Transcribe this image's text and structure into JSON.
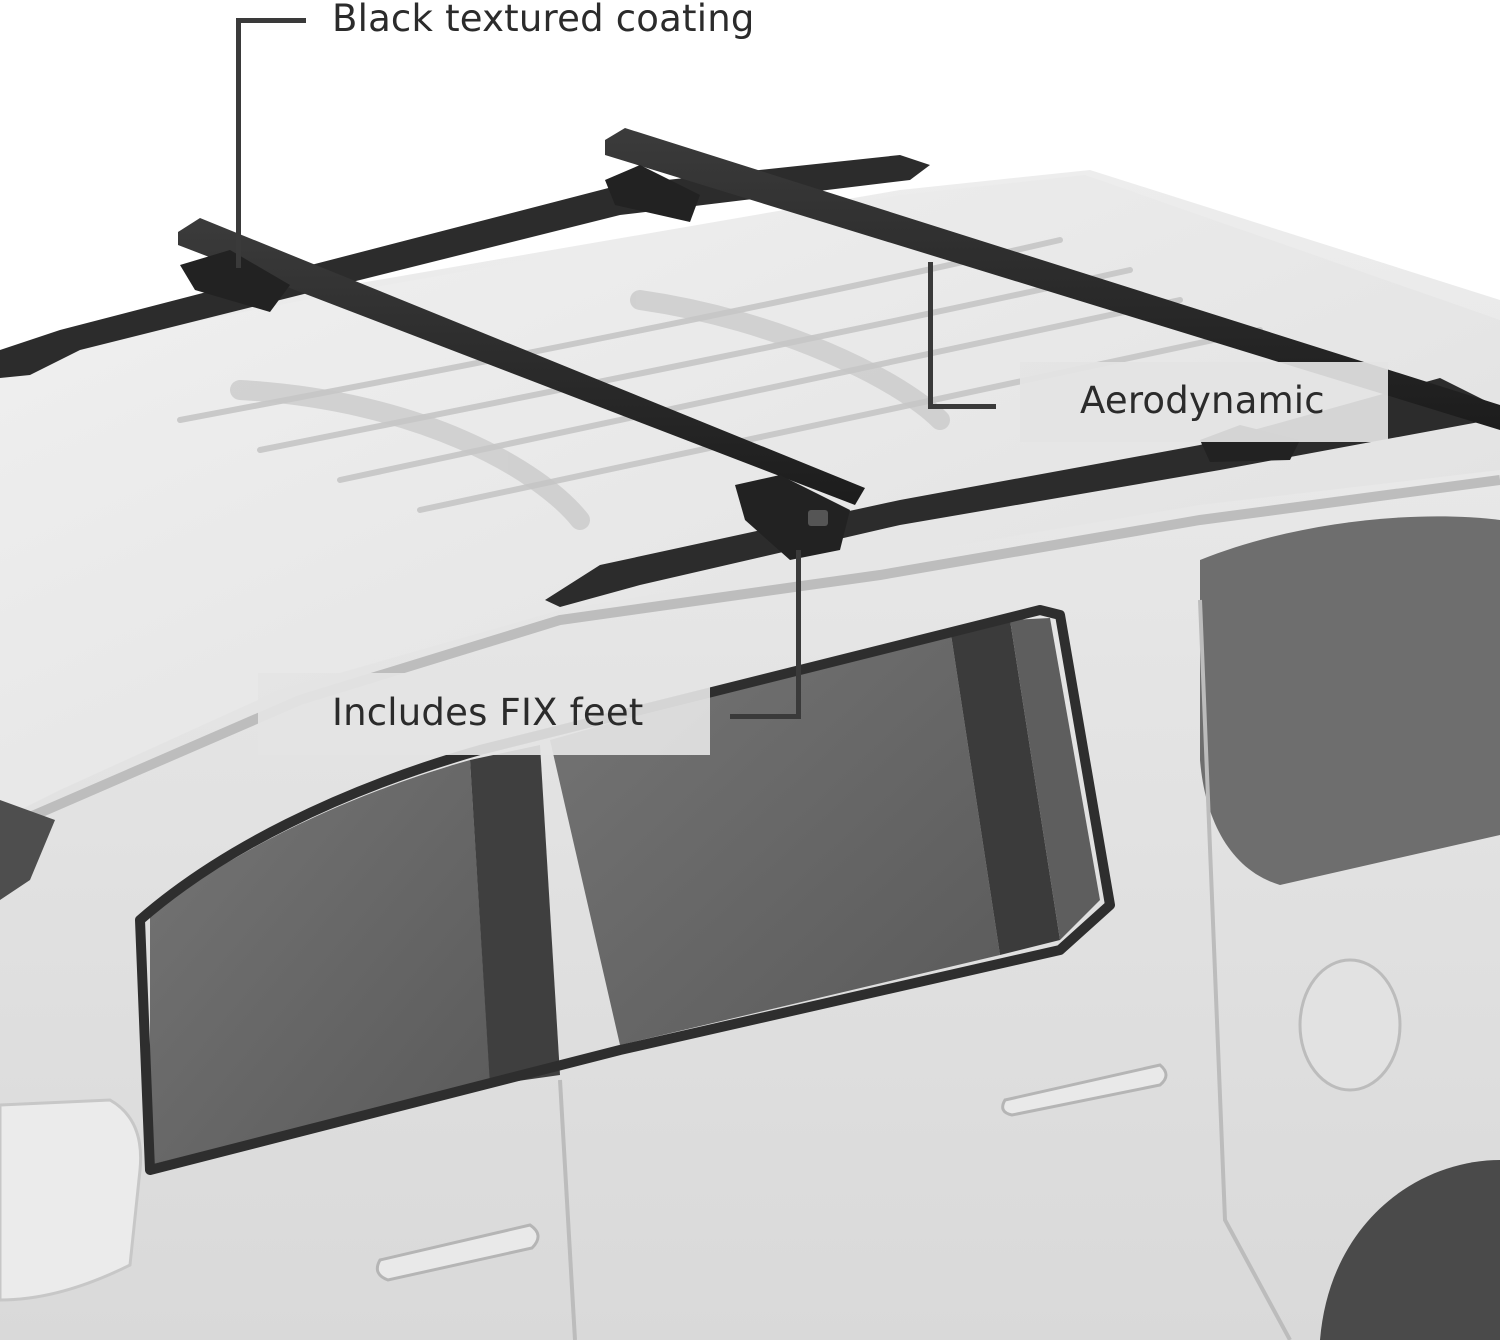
{
  "product_image": {
    "subject": "white suv with black roof rack crossbars",
    "colors": {
      "background": "#ffffff",
      "car_body": "#e7e7e7",
      "car_shadow": "#cfcfcf",
      "glass": "#6b6b6b",
      "glass_dark": "#4e4e4e",
      "rack": "#2a2a2a",
      "leader_line": "#3a3a3a",
      "callout_bg": "#e4e4e4",
      "callout_text": "#2b2b2b"
    }
  },
  "callouts": {
    "coating": {
      "label": "Black textured coating"
    },
    "aero": {
      "label": "Aerodynamic"
    },
    "feet": {
      "label": "Includes FIX feet"
    }
  }
}
